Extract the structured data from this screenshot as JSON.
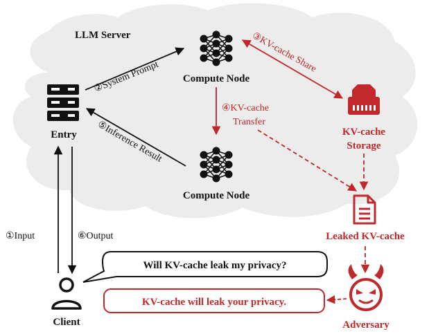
{
  "server_label": "LLM Server",
  "nodes": {
    "entry": "Entry",
    "compute_top": "Compute Node",
    "compute_bottom": "Compute Node",
    "storage_line1": "KV-cache",
    "storage_line2": "Storage",
    "leaked": "Leaked KV-cache",
    "adversary": "Adversary",
    "client": "Client"
  },
  "edges": {
    "system_prompt": "②System Prompt",
    "kv_share": "③KV-cache Share",
    "kv_transfer_line1": "④KV-cache",
    "kv_transfer_line2": "Transfer",
    "inference_result": "⑤Inference Result",
    "input": "①Input",
    "output": "⑥Output"
  },
  "bubbles": {
    "client_question": "Will KV-cache leak my privacy?",
    "adversary_answer": "KV-cache will leak your privacy."
  },
  "colors": {
    "accent_red": "#c0282b",
    "cloud_fill": "#ececec",
    "black": "#111111"
  },
  "icons": {
    "entry": "server-rack-icon",
    "compute": "neural-network-icon",
    "storage": "hard-drive-icon",
    "leaked": "document-icon",
    "adversary": "devil-icon",
    "client": "person-icon"
  }
}
